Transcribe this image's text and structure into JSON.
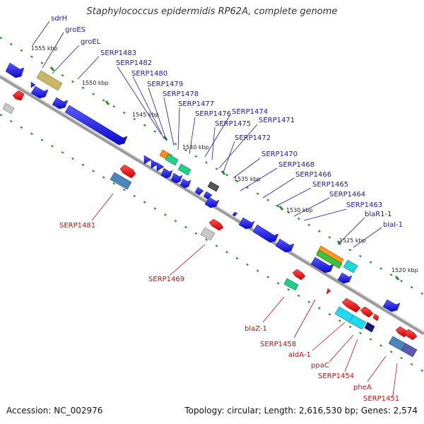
{
  "title": "Staphylococcus epidermidis RP62A, complete genome",
  "footer": {
    "accession": "Accession: NC_002976",
    "summary": "Topology: circular; Length: 2,616,530 bp; Genes: 2,574"
  },
  "scale_labels": [
    "1555 kbp",
    "1550 kbp",
    "1545 kbp",
    "1540 kbp",
    "1535 kbp",
    "1530 kbp",
    "1525 kbp",
    "1520 kbp"
  ],
  "top_labels": [
    "sdrH",
    "groES",
    "groEL",
    "SERP1483",
    "SERP1482",
    "SERP1480",
    "SERP1479",
    "SERP1478",
    "SERP1477",
    "SERP1476",
    "SERP1474",
    "SERP1475",
    "SERP1471",
    "SERP1472",
    "SERP1470",
    "SERP1468",
    "SERP1466",
    "SERP1465",
    "SERP1464",
    "SERP1463",
    "blaR1-1",
    "blaI-1"
  ],
  "bottom_labels": [
    "SERP1481",
    "SERP1469",
    "blaZ-1",
    "SERP1458",
    "aldA-1",
    "ppaC",
    "SERP1454",
    "pheA",
    "SERP1451"
  ],
  "colors": {
    "forward_gene": "#1a1ae6",
    "reverse_gene": "#e61a1a",
    "backbone": "#8a8a8a",
    "tick": "#2e8b2e",
    "top_label": "#1a1aa6",
    "bottom_label": "#c01010"
  }
}
